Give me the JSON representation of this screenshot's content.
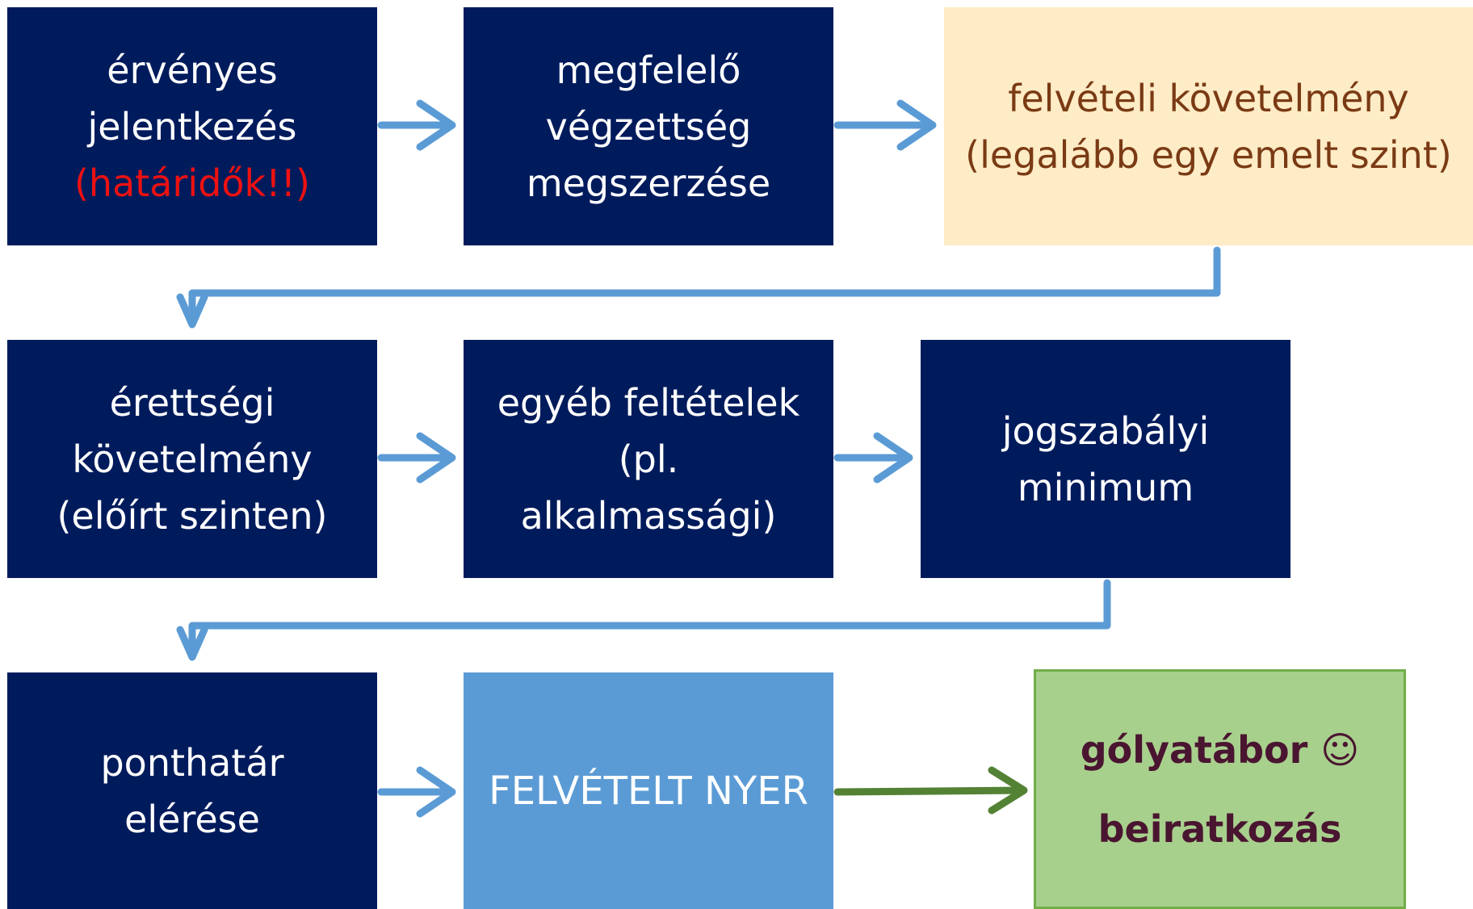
{
  "colors": {
    "dark_box": "#001b5c",
    "arrow_blue": "#5b9bd5",
    "arrow_green": "#548235",
    "warning_text": "#ee1111",
    "cream_box": "#fdecc6",
    "cream_text": "#7a3a14",
    "light_blue_box": "#5b9bd5",
    "green_box": "#a8d08d",
    "green_text": "#4a1530"
  },
  "row1": {
    "box1": {
      "line1": "érvényes",
      "line2": "jelentkezés",
      "line3": "(határidők!!)"
    },
    "box2": {
      "line1": "megfelelő",
      "line2": "végzettség",
      "line3": "megszerzése"
    },
    "box3": {
      "line1": "felvételi követelmény",
      "line2": "(legalább egy emelt szint)"
    }
  },
  "row2": {
    "box1": {
      "line1": "érettségi",
      "line2": "követelmény",
      "line3": "(előírt szinten)"
    },
    "box2": {
      "line1": "egyéb feltételek",
      "line2": "(pl.",
      "line3": "alkalmassági)"
    },
    "box3": {
      "line1": "jogszabályi",
      "line2": "minimum"
    }
  },
  "row3": {
    "box1": {
      "line1": "ponthatár",
      "line2": "elérése"
    },
    "box2": {
      "line1": "FELVÉTELT NYER"
    },
    "box3": {
      "line1": "gólyatábor ☺",
      "line2": "beiratkozás"
    }
  }
}
